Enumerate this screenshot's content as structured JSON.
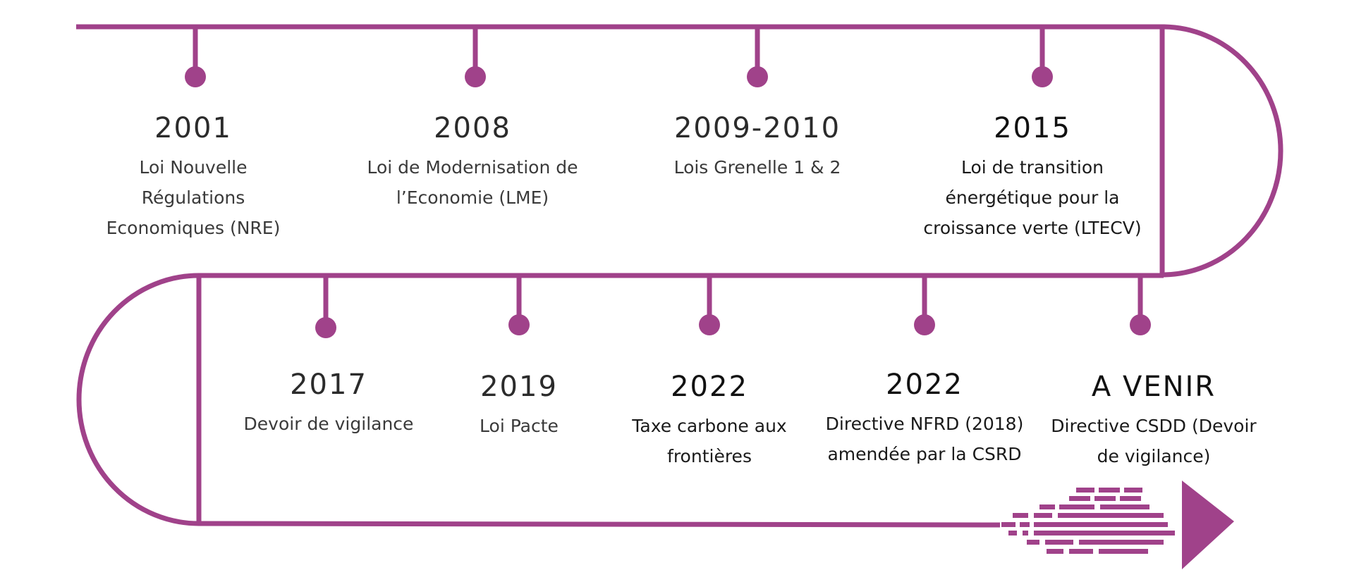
{
  "colors": {
    "accent": "#a0428a",
    "text": "#333333"
  },
  "events": [
    {
      "year": "2001",
      "description": "Loi Nouvelle Régulations Economiques (NRE)"
    },
    {
      "year": "2008",
      "description": "Loi de Modernisation de l’Economie (LME)"
    },
    {
      "year": "2009-2010",
      "description": "Lois Grenelle 1 & 2"
    },
    {
      "year": "2015",
      "description": "Loi de transition énergétique pour la croissance verte (LTECV)"
    },
    {
      "year": "2017",
      "description": "Devoir de vigilance"
    },
    {
      "year": "2019",
      "description": "Loi Pacte"
    },
    {
      "year": "2022",
      "description": "Taxe carbone aux frontières"
    },
    {
      "year": "2022",
      "description": "Directive NFRD (2018) amendée par la CSRD"
    },
    {
      "year": "A VENIR",
      "description": "Directive CSDD (Devoir de vigilance)"
    }
  ]
}
